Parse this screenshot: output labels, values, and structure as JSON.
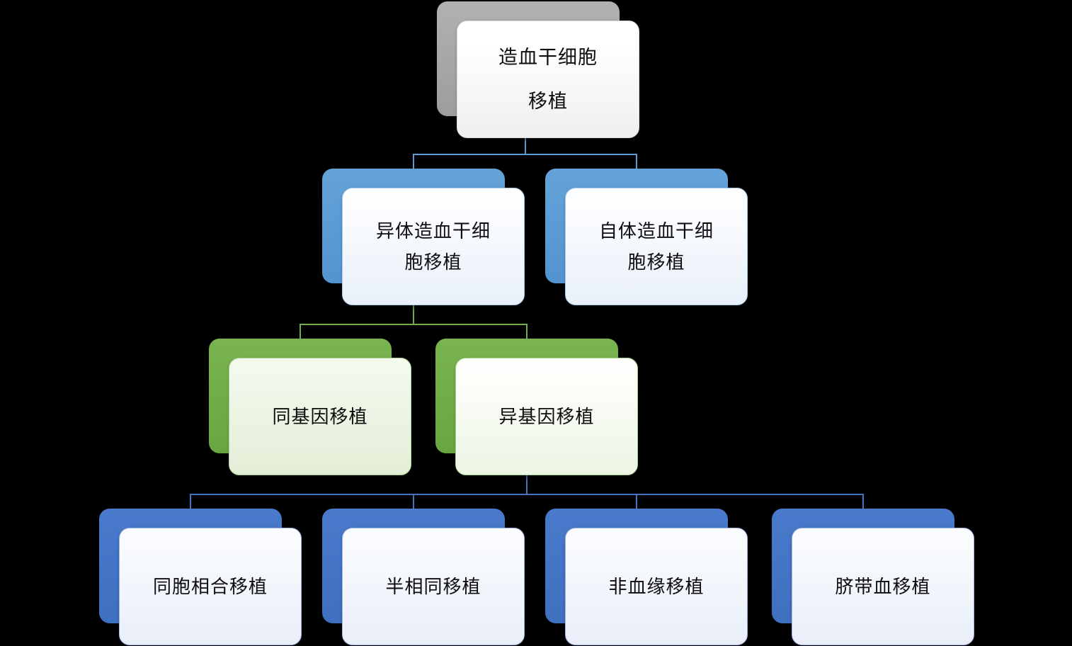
{
  "diagram": {
    "background_color": "#000000",
    "connector_colors": {
      "root_to_level2": "#5b9bd5",
      "level2_to_level3": "#70ad47",
      "level3_to_level4": "#4472c4"
    },
    "accent_colors": {
      "gray": "#a6a6a6",
      "blue": "#5b9bd5",
      "green": "#70ad47",
      "dark_blue": "#4472c4"
    },
    "nodes": {
      "root": {
        "lines": [
          "造血干细胞",
          "移植"
        ],
        "accent": "#a6a6a6"
      },
      "allogeneic_hsct": {
        "lines": [
          "异体造血干细",
          "胞移植"
        ],
        "accent": "#5b9bd5"
      },
      "autologous_hsct": {
        "lines": [
          "自体造血干细",
          "胞移植"
        ],
        "accent": "#5b9bd5"
      },
      "syngeneic": {
        "lines": [
          "同基因移植"
        ],
        "accent": "#70ad47"
      },
      "allogeneic": {
        "lines": [
          "异基因移植"
        ],
        "accent": "#70ad47"
      },
      "sibling_matched": {
        "lines": [
          "同胞相合移植"
        ],
        "accent": "#4472c4"
      },
      "haploidentical": {
        "lines": [
          "半相同移植"
        ],
        "accent": "#4472c4"
      },
      "unrelated": {
        "lines": [
          "非血缘移植"
        ],
        "accent": "#4472c4"
      },
      "cord_blood": {
        "lines": [
          "脐带血移植"
        ],
        "accent": "#4472c4"
      }
    }
  }
}
